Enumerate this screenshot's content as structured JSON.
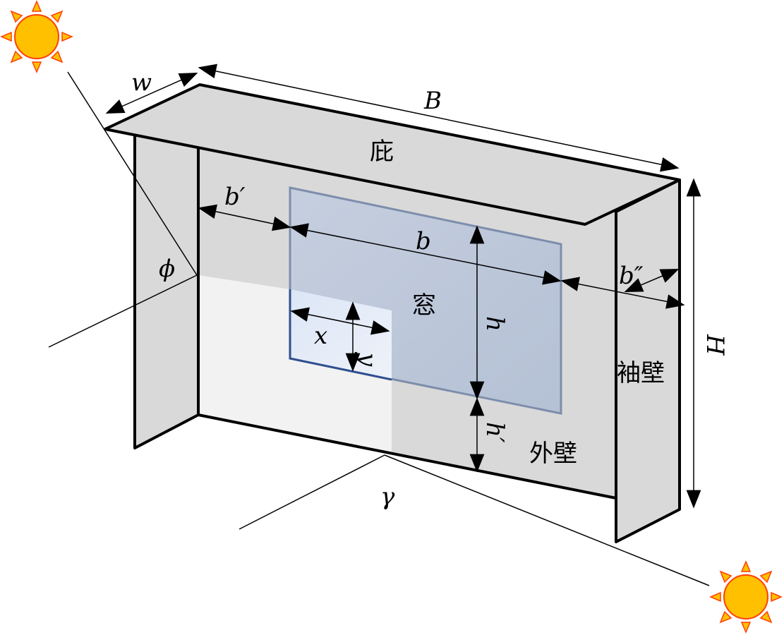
{
  "labels": {
    "w": "w",
    "B": "B",
    "eave": "庇",
    "b_prime": "b′",
    "b": "b",
    "b_pp": "b″",
    "phi": "ϕ",
    "window": "窓",
    "x": "x",
    "y": "y",
    "h": "h",
    "h_prime": "h′",
    "H": "H",
    "sleeve_wall": "袖壁",
    "outer_wall": "外壁",
    "gamma": "γ"
  },
  "colors": {
    "surface_gray": "#d9d9d9",
    "shadow_light": "#f0f0f0",
    "window_blue_fill": "#b8c6dc",
    "window_border": "#7d8eac",
    "window_sub_fill": "#dfe7f4",
    "window_sub_border": "#2f4f8f",
    "sun_fill": "#ffc000",
    "sun_ray": "#ff4000"
  },
  "icons": {
    "sun_top": "sun-icon",
    "sun_bottom": "sun-icon"
  }
}
